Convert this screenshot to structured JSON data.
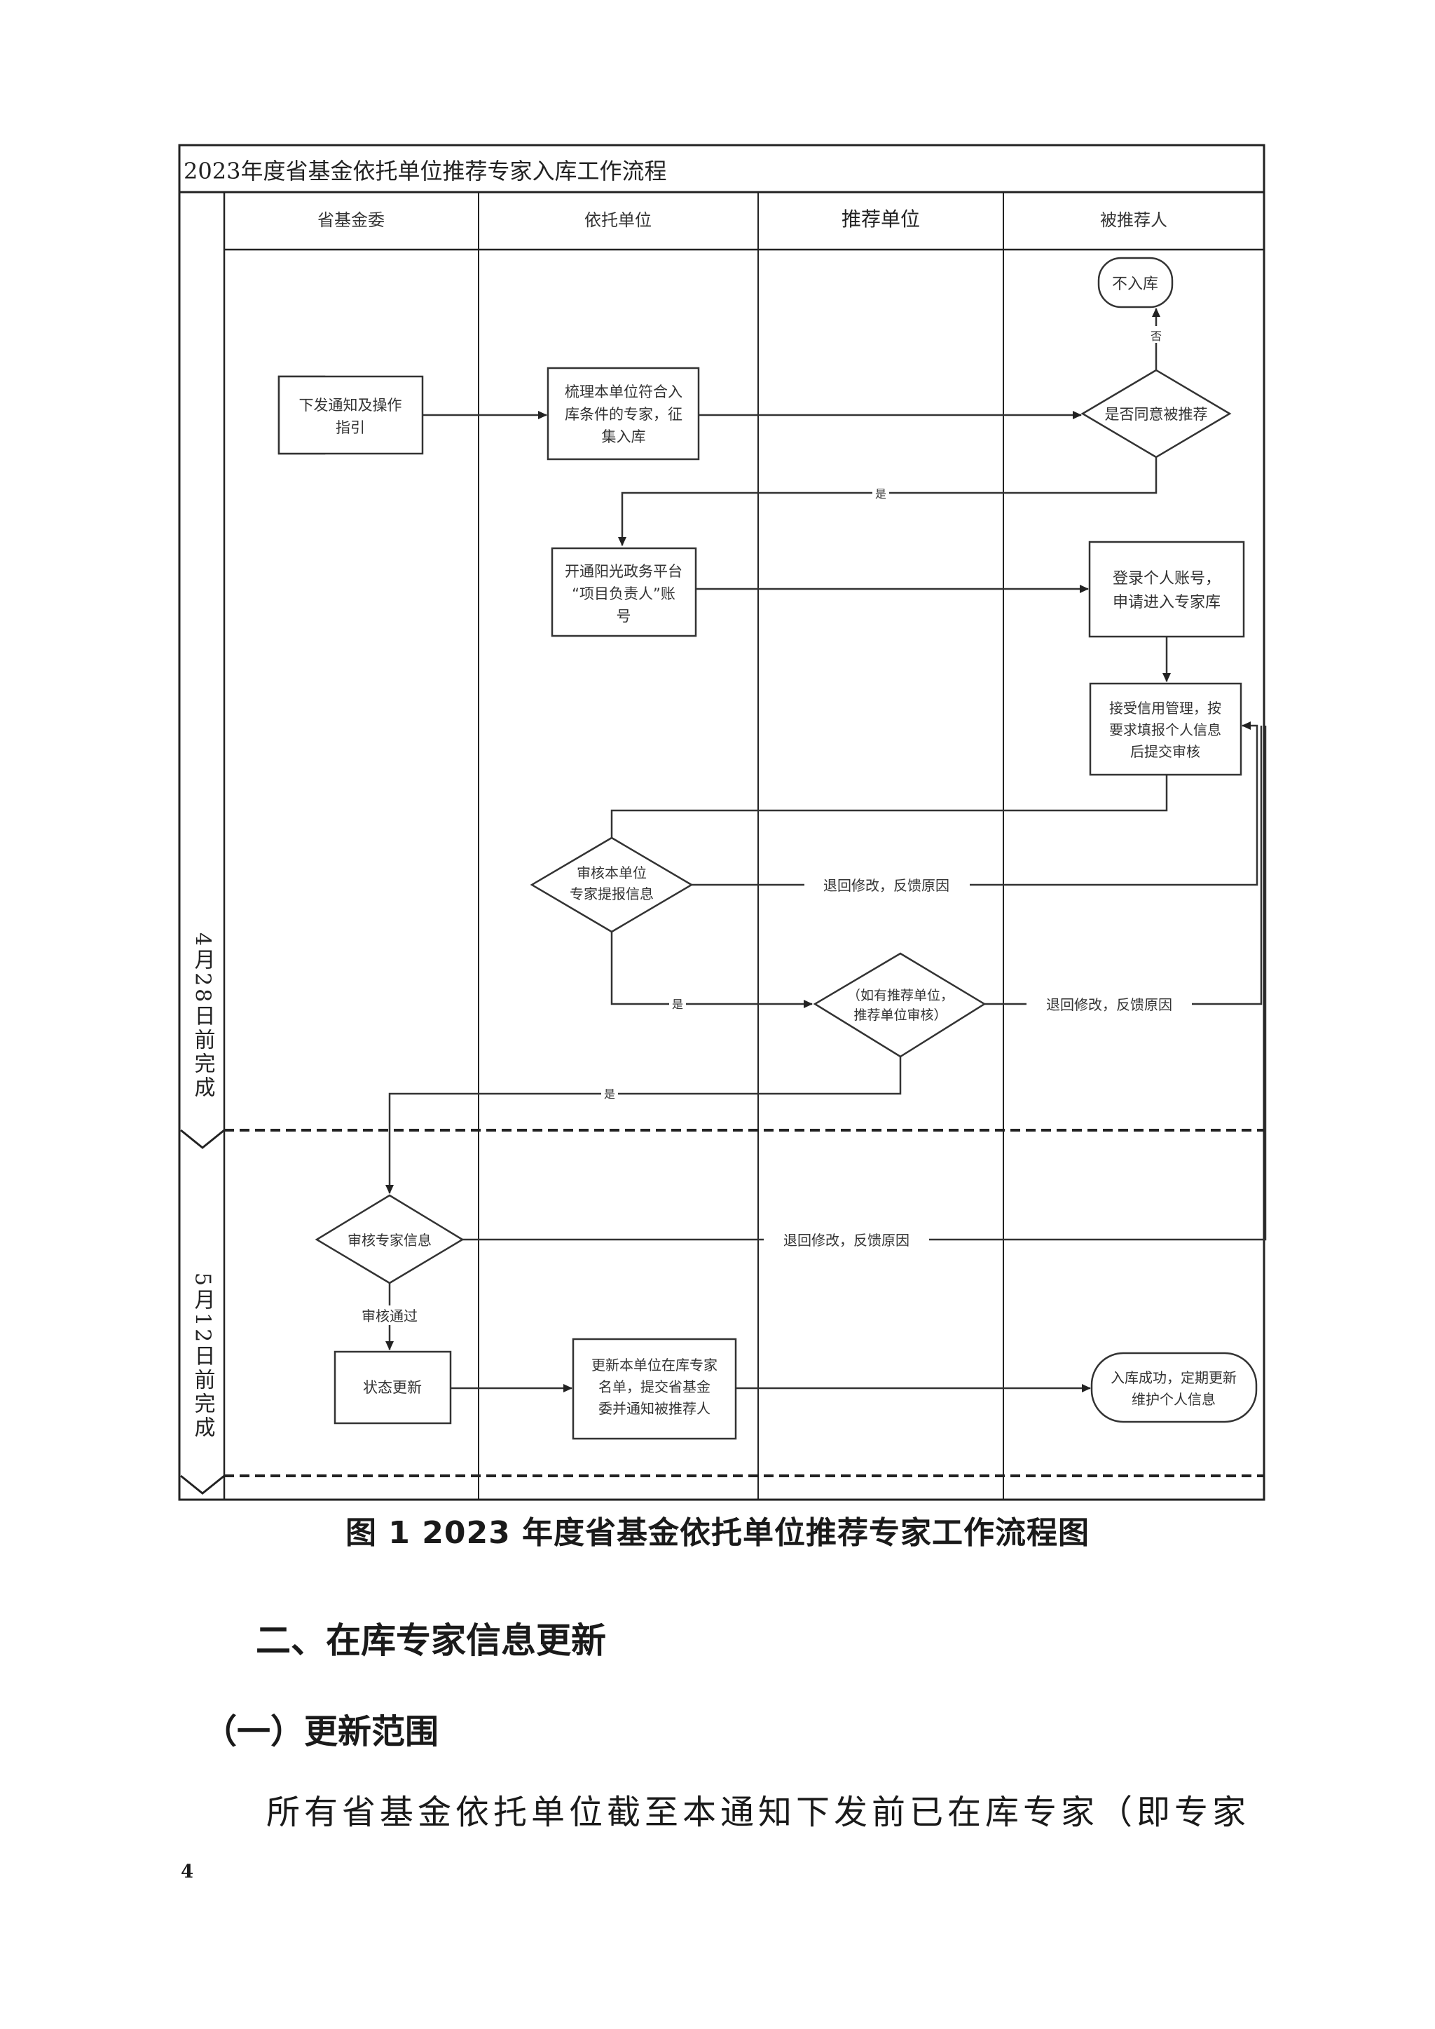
{
  "flowchart": {
    "title": "2023年度省基金依托单位推荐专家入库工作流程",
    "lanes": [
      "省基金委",
      "依托单位",
      "推荐单位",
      "被推荐人"
    ],
    "phases": [
      "4月28日前完成",
      "5月12日前完成"
    ],
    "nodes": {
      "not_in_db": "不入库",
      "issue_notice": [
        "下发通知及操作",
        "指引"
      ],
      "sort_experts": [
        "梳理本单位符合入",
        "库条件的专家，征",
        "集入库"
      ],
      "agree_decision": "是否同意被推荐",
      "open_account": [
        "开通阳光政务平台",
        "“项目负责人”账",
        "号"
      ],
      "register": [
        "登录个人账号，",
        "申请进入专家库"
      ],
      "fill_info": [
        "接受信用管理，按",
        "要求填报个人信息",
        "后提交审核"
      ],
      "unit_review": [
        "审核本单位",
        "专家提报信息"
      ],
      "recommender_review": [
        "（如有推荐单位，",
        "推荐单位审核）"
      ],
      "fund_review": "审核专家信息",
      "status_update": "状态更新",
      "update_list": [
        "更新本单位在库专家",
        "名单，提交省基金",
        "委并通知被推荐人"
      ],
      "success": [
        "入库成功，定期更新",
        "维护个人信息"
      ]
    },
    "edge_labels": {
      "no": "否",
      "yes": "是",
      "return": "退回修改，反馈原因",
      "approved": "审核通过"
    }
  },
  "caption": "图 1  2023 年度省基金依托单位推荐专家工作流程图",
  "section_heading": "二、在库专家信息更新",
  "subsection_heading": "（一）更新范围",
  "paragraph": "所有省基金依托单位截至本通知下发前已在库专家（即专家",
  "page_number": "4"
}
